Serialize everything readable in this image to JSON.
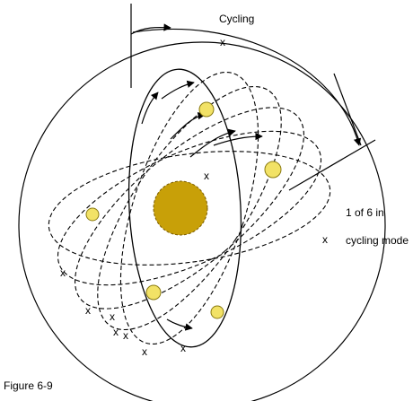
{
  "labels": {
    "top": "Cycling",
    "right_line1": "1 of 6 in",
    "right_line2": "cycling mode",
    "caption": "Figure 6-9"
  },
  "marker_glyph": "x",
  "colors": {
    "stroke": "#000000",
    "center_body": "#c8a008",
    "center_body_edge": "#7a5c00",
    "satellite": "#f2e266",
    "satellite_edge": "#8a7a10",
    "background": "#ffffff"
  }
}
